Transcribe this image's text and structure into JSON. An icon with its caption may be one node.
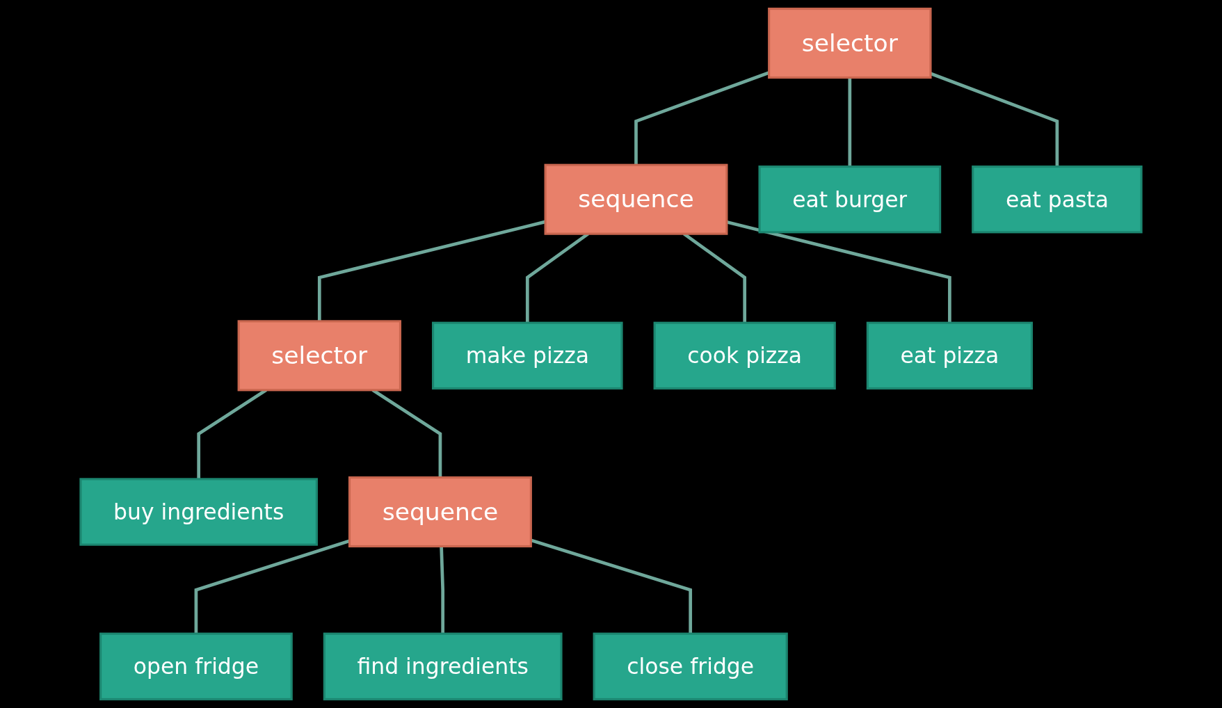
{
  "diagram": {
    "nodes": [
      {
        "text": [
          "selector"
        ]
      },
      {
        "text": [
          "sequence"
        ]
      },
      {
        "text": [
          "eat burger"
        ]
      },
      {
        "text": [
          "eat pasta"
        ]
      },
      {
        "text": [
          "selector"
        ]
      },
      {
        "text": [
          "make pizza"
        ]
      },
      {
        "text": [
          "cook pizza"
        ]
      },
      {
        "text": [
          "eat pizza"
        ]
      },
      {
        "text": [
          "buy ingredients"
        ]
      },
      {
        "text": [
          "sequence"
        ]
      },
      {
        "text": [
          "open fridge"
        ]
      },
      {
        "text": [
          "find ingredients"
        ]
      },
      {
        "text": [
          "close fridge"
        ]
      }
    ],
    "edges": [
      {
        "from": 0,
        "to": 1,
        "arrow": "none"
      },
      {
        "from": 0,
        "to": 2,
        "arrow": "none"
      },
      {
        "from": 0,
        "to": 3,
        "arrow": "none"
      },
      {
        "from": 1,
        "to": 4,
        "arrow": "none"
      },
      {
        "from": 1,
        "to": 5,
        "arrow": "none"
      },
      {
        "from": 1,
        "to": 6,
        "arrow": "none"
      },
      {
        "from": 1,
        "to": 7,
        "arrow": "none"
      },
      {
        "from": 4,
        "to": 8,
        "arrow": "none"
      },
      {
        "from": 4,
        "to": 9,
        "arrow": "none"
      },
      {
        "from": 9,
        "to": 10,
        "arrow": "none"
      },
      {
        "from": 9,
        "to": 11,
        "arrow": "none"
      },
      {
        "from": 9,
        "to": 12,
        "arrow": "none"
      }
    ]
  }
}
